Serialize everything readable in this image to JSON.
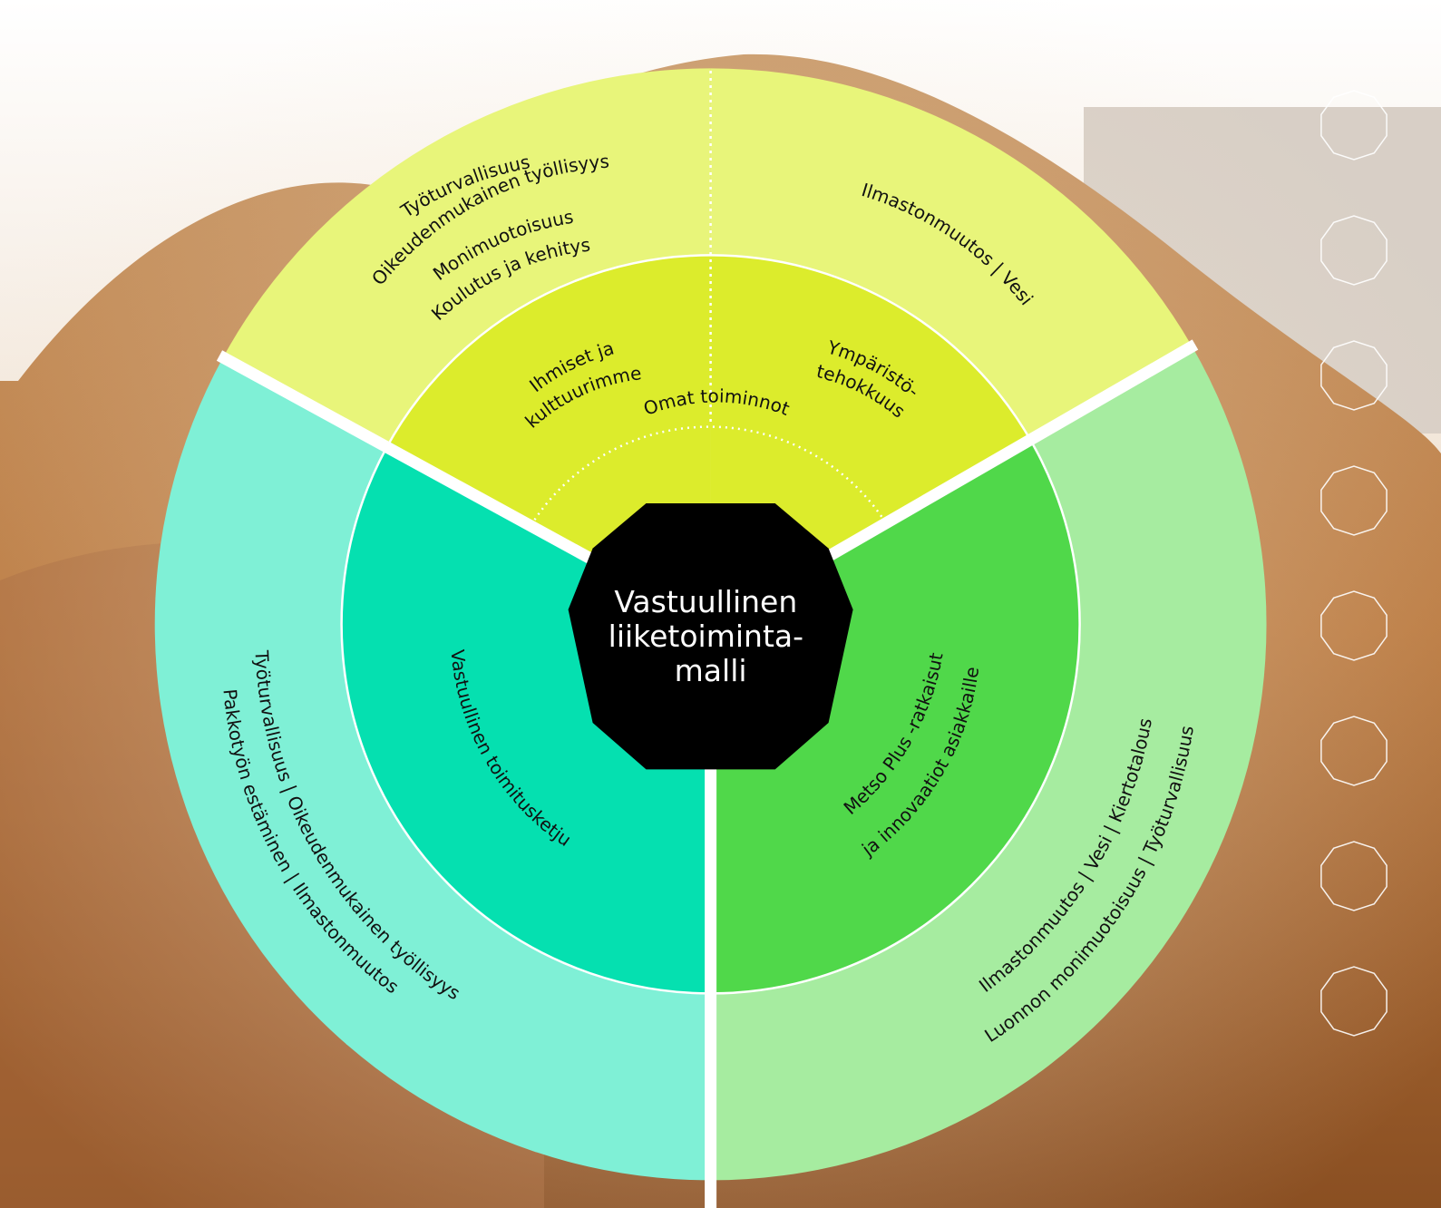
{
  "center": {
    "lines": [
      "Vastuullinen",
      "liiketoiminta-",
      "malli"
    ]
  },
  "own_operations_label": "Omat toiminnot",
  "people_culture": {
    "inner_lines": [
      "Ihmiset ja",
      "kulttuurimme"
    ],
    "outer_lines": [
      "Työturvallisuus",
      "Oikeudenmukainen työllisyys",
      "Monimuotoisuus",
      "Koulutus ja kehitys"
    ]
  },
  "environmental_efficiency": {
    "inner_lines": [
      "Ympäristö-",
      "tehokkuus"
    ],
    "outer_text": "Ilmastonmuutos  |  Vesi"
  },
  "supply_chain": {
    "inner_label": "Vastuullinen toimitusketju",
    "outer_lines": [
      "Työturvallisuus  |  Oikeudenmukainen työllisyys",
      "Pakkotyön estäminen  |  Ilmastonmuutos"
    ]
  },
  "metso_plus": {
    "inner_lines": [
      "Metso Plus -ratkaisut",
      "ja innovaatiot asiakkaille"
    ],
    "outer_lines": [
      "Ilmastonmuutos  |  Vesi  |  Kiertotalous",
      "Luonnon monimuotoisuus  |  Työturvallisuus"
    ]
  },
  "colors": {
    "outer_top": "#e8f57a",
    "inner_top": "#dcec2c",
    "outer_left": "#7ff0d6",
    "inner_left": "#05e0b0",
    "outer_right": "#a6ecA0",
    "inner_right": "#50d84a",
    "center": "#000000"
  },
  "decorations": {
    "side_icon_count": 8,
    "side_icon_name": "decagon-outline-icon"
  }
}
